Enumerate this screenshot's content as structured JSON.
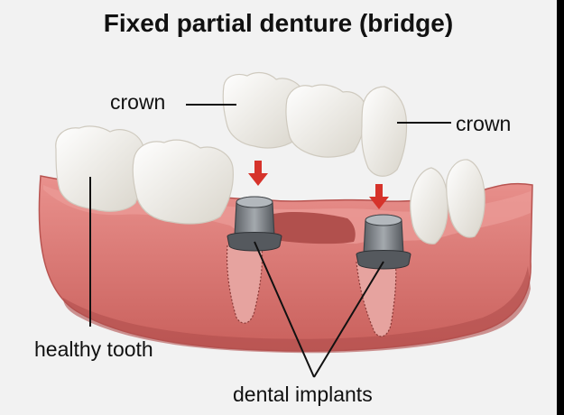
{
  "diagram": {
    "title": "Fixed partial denture (bridge)",
    "labels": {
      "crown_left": "crown",
      "crown_right": "crown",
      "healthy_tooth": "healthy tooth",
      "dental_implants": "dental implants"
    },
    "colors": {
      "background": "#f2f2f2",
      "gum": "#d9706d",
      "gum_dark": "#c25a57",
      "gum_light": "#eb9b97",
      "tooth": "#f4f1ea",
      "tooth_shadow": "#d6d2c7",
      "implant": "#858a8f",
      "implant_dark": "#4a4e53",
      "arrow": "#d6332b"
    }
  }
}
